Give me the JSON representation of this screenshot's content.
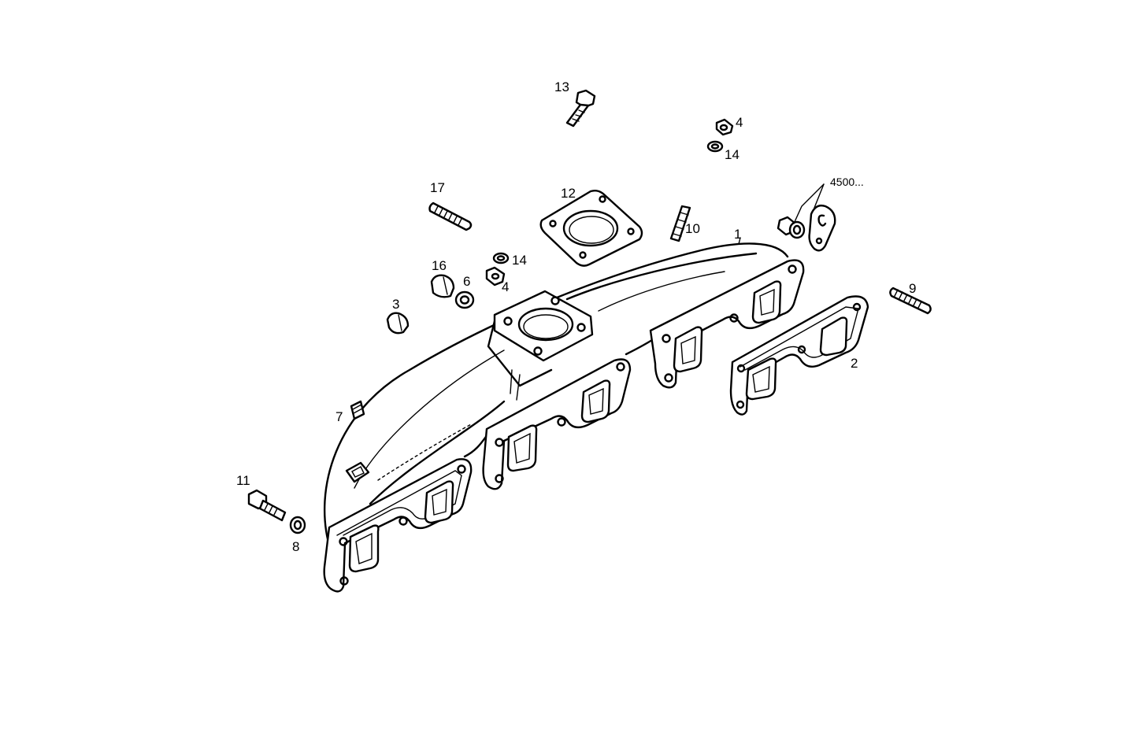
{
  "labels": {
    "l1": "1",
    "l2": "2",
    "l3": "3",
    "l4a": "4",
    "l4b": "4",
    "l6": "6",
    "l7": "7",
    "l8": "8",
    "l9": "9",
    "l10": "10",
    "l11": "11",
    "l12": "12",
    "l13": "13",
    "l14a": "14",
    "l14b": "14",
    "l16": "16",
    "l17": "17",
    "l4500": "4500..."
  }
}
